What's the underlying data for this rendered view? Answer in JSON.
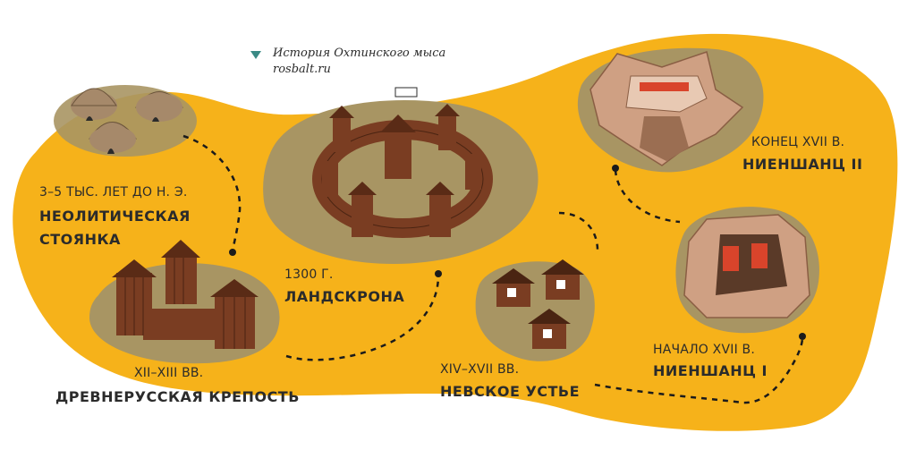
{
  "source": {
    "title": "История Охтинского мыса",
    "site": "rosbalt.ru"
  },
  "stops": {
    "neolithic": {
      "date": "3–5 ТЫС. ЛЕТ ДО Н. Э.",
      "name_line1": "НЕОЛИТИЧЕСКАЯ",
      "name_line2": "СТОЯНКА"
    },
    "old_russian": {
      "date": "XII–XIII ВВ.",
      "name": "ДРЕВНЕРУССКАЯ КРЕПОСТЬ"
    },
    "landskrona": {
      "date": "1300 Г.",
      "name": "ЛАНДСКРОНА"
    },
    "nevskoe": {
      "date": "XIV–XVII ВВ.",
      "name": "НЕВСКОЕ УСТЬЕ"
    },
    "nyenschantz1": {
      "date": "НАЧАЛО XVII В.",
      "name": "НИЕНШАНЦ I"
    },
    "nyenschantz2": {
      "date": "КОНЕЦ XVII В.",
      "name": "НИЕНШАНЦ II"
    }
  },
  "colors": {
    "background_blob": "#f6b21a",
    "ground_patch": "#a89563",
    "timber": "#7a3d22",
    "thatch": "#a6896a",
    "stone": "#cfa083",
    "roof_red": "#d9442b",
    "path": "#1b1b1b",
    "marker": "#3a8a85"
  },
  "icons": [
    "source-marker-icon",
    "thatched-huts-icon",
    "timber-fort-icon",
    "landskrona-fortress-icon",
    "wooden-houses-icon",
    "star-fort-icon"
  ]
}
